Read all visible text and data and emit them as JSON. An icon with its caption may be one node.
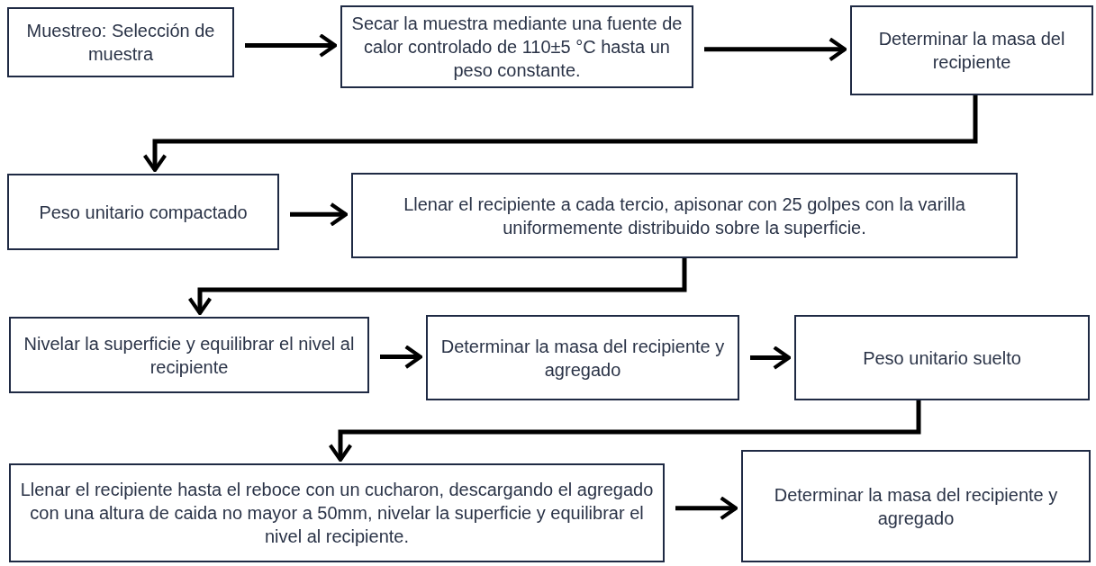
{
  "diagram": {
    "nodes": [
      {
        "text": [
          "Muestreo: Selección de muestra"
        ]
      },
      {
        "text": [
          "Secar la muestra mediante una fuente de calor controlado de 110±5 °C hasta un peso constante."
        ]
      },
      {
        "text": [
          "Determinar la masa del recipiente"
        ]
      },
      {
        "text": [
          "Peso unitario compactado"
        ]
      },
      {
        "text": [
          "Llenar el recipiente a cada tercio, apisonar con 25 golpes con la varilla uniformemente distribuido sobre la superficie."
        ]
      },
      {
        "text": [
          "Nivelar la superficie y equilibrar el nivel al recipiente"
        ]
      },
      {
        "text": [
          "Determinar la masa del recipiente y agregado"
        ]
      },
      {
        "text": [
          "Peso unitario suelto"
        ]
      },
      {
        "text": [
          "Llenar el recipiente hasta el reboce con un cucharon, descargando el agregado con una altura de caida no mayor a 50mm, nivelar la superficie y equilibrar el nivel al recipiente."
        ]
      },
      {
        "text": [
          "Determinar la masa del recipiente y agregado"
        ]
      }
    ],
    "edges": [
      {
        "from": 0,
        "to": 1,
        "arrow": "to"
      },
      {
        "from": 1,
        "to": 2,
        "arrow": "to"
      },
      {
        "from": 2,
        "to": 3,
        "arrow": "to"
      },
      {
        "from": 3,
        "to": 4,
        "arrow": "to"
      },
      {
        "from": 4,
        "to": 5,
        "arrow": "to"
      },
      {
        "from": 5,
        "to": 6,
        "arrow": "to"
      },
      {
        "from": 6,
        "to": 7,
        "arrow": "to"
      },
      {
        "from": 7,
        "to": 8,
        "arrow": "to"
      },
      {
        "from": 8,
        "to": 9,
        "arrow": "to"
      }
    ]
  }
}
